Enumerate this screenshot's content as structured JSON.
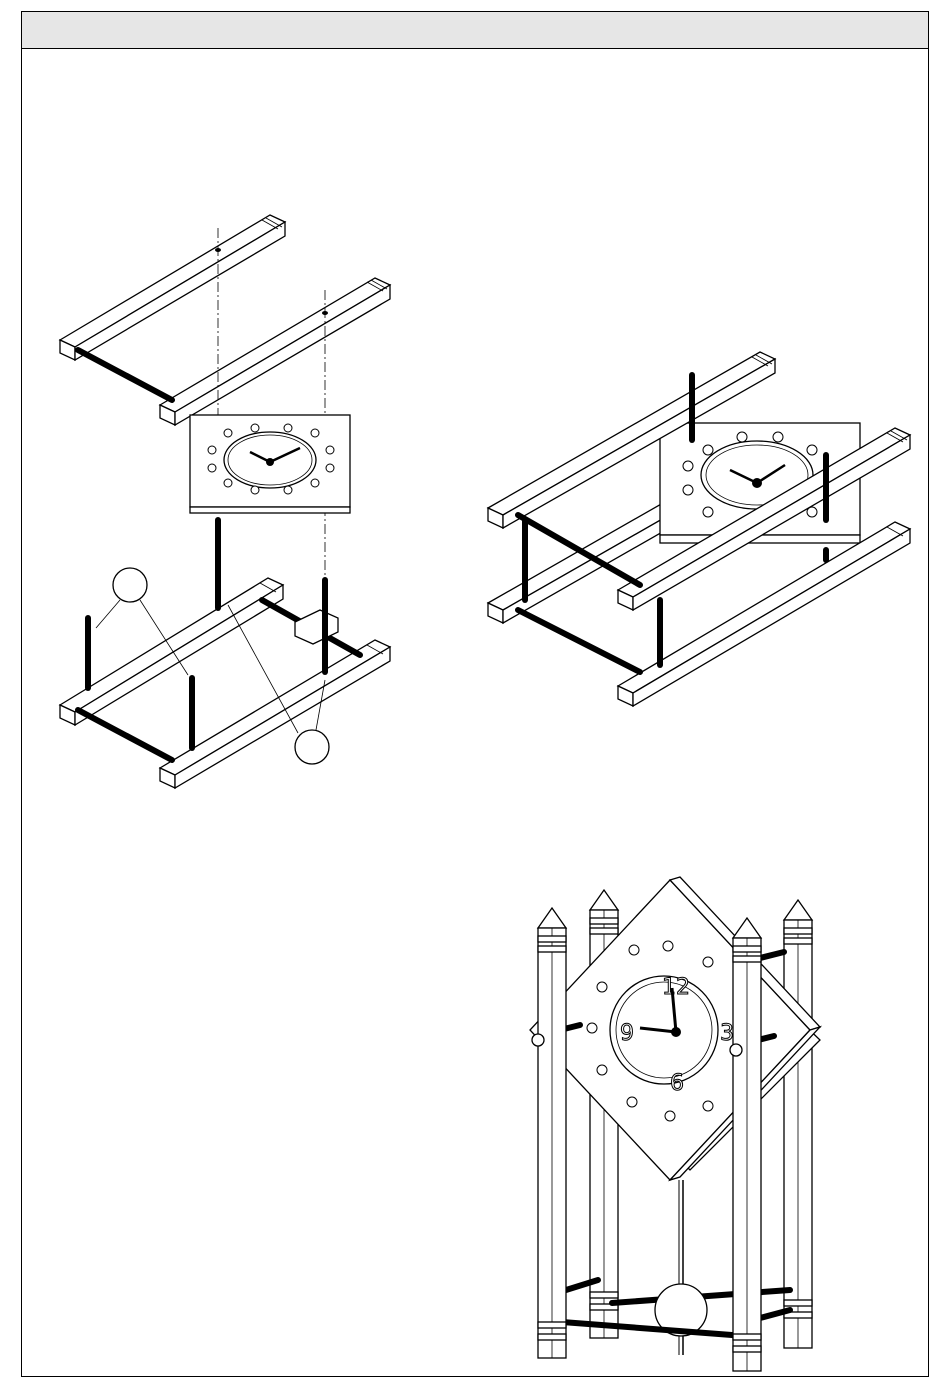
{
  "header": {
    "title": ""
  },
  "dial": {
    "twelve": "12",
    "three": "3",
    "six": "6",
    "nine": "9"
  },
  "colors": {
    "line": "#000000",
    "fill": "#ffffff",
    "header": "#e6e6e6",
    "dial_fill": "#f2f2f2"
  }
}
